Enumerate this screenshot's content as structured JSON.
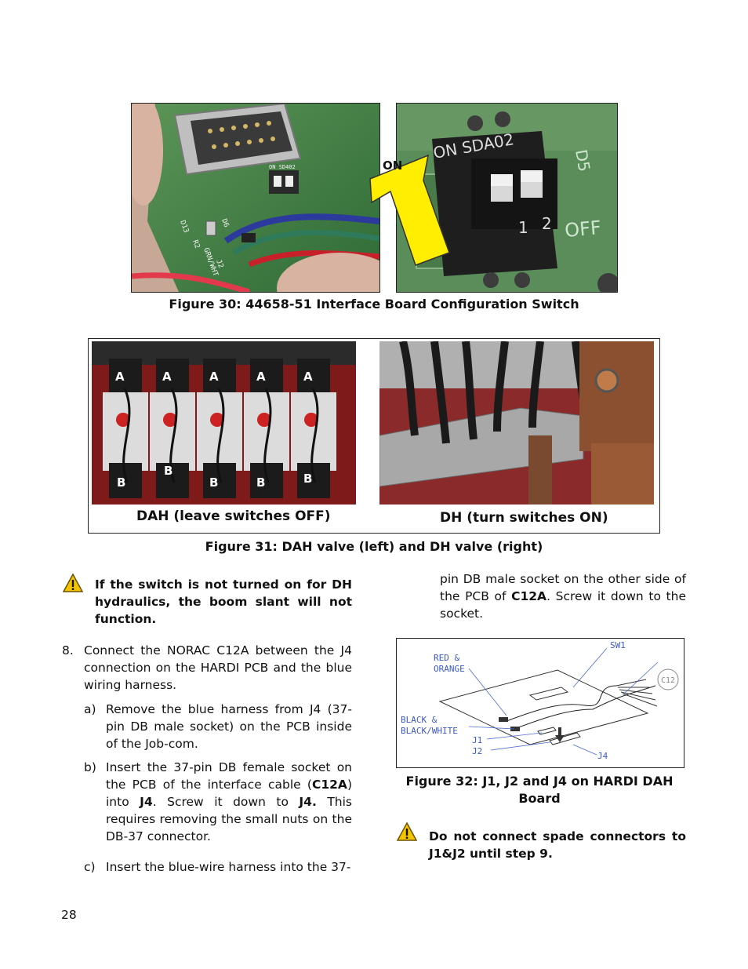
{
  "figure30": {
    "caption": "Figure 30: 44658-51 Interface Board Configuration Switch",
    "left_photo": {
      "silk_labels": [
        "D13",
        "R2",
        "D6",
        "J2",
        "GRN/WHT",
        "ON SD402"
      ]
    },
    "right_photo": {
      "arrow_label": "ON",
      "switch_label": "ON SDA02",
      "switch_numbers": [
        "1",
        "2"
      ],
      "board_labels": [
        "D5",
        "OFF"
      ]
    }
  },
  "figure31": {
    "caption": "Figure 31: DAH valve (left) and DH valve (right)",
    "left_label": "DAH (leave switches OFF)",
    "right_label": "DH (turn switches ON)",
    "valve_top_labels": [
      "A",
      "A",
      "A",
      "A",
      "A"
    ],
    "valve_bottom_labels": [
      "B",
      "B",
      "B",
      "B",
      "B"
    ]
  },
  "warning1": {
    "text": "If the switch is not turned on for DH hydraulics, the boom slant will not function."
  },
  "step8": {
    "number": "8.",
    "text": "Connect the NORAC C12A between the J4 connection on the HARDI PCB and the blue wiring harness.",
    "a": {
      "marker": "a)",
      "text": "Remove the blue harness from J4 (37-pin DB male socket) on the PCB inside of the Job-com."
    },
    "b": {
      "marker": "b)",
      "t1": "Insert the 37-pin DB female socket on the PCB of the interface cable (",
      "b1": "C12A",
      "t2": ") into ",
      "b2": "J4",
      "t3": ". Screw it down to ",
      "b3": "J4.",
      "t4": " This requires removing the small nuts on the DB-37 connector."
    },
    "c": {
      "marker": "c)",
      "text": "Insert the blue-wire harness into the 37-"
    },
    "continued": {
      "t1": "pin DB male socket on the other side of the PCB of ",
      "b1": "C12A",
      "t2": ". Screw it down to the socket."
    }
  },
  "figure32": {
    "caption": "Figure 32: J1, J2 and J4 on HARDI DAH Board",
    "labels": {
      "sw1": "SW1",
      "c12": "C12",
      "red_orange_1": "RED &",
      "red_orange_2": "ORANGE",
      "black_1": "BLACK &",
      "black_2": "BLACK/WHITE",
      "j1": "J1",
      "j2": "J2",
      "j4": "J4"
    }
  },
  "warning2": {
    "text": "Do not connect spade connectors to J1&J2 until step 9."
  },
  "page_number": "28",
  "colors": {
    "warning_yellow": "#f4c400",
    "arrow_yellow": "#ffee00",
    "pcb_green": "#3f7d42",
    "valve_red": "#8a1d1d"
  }
}
